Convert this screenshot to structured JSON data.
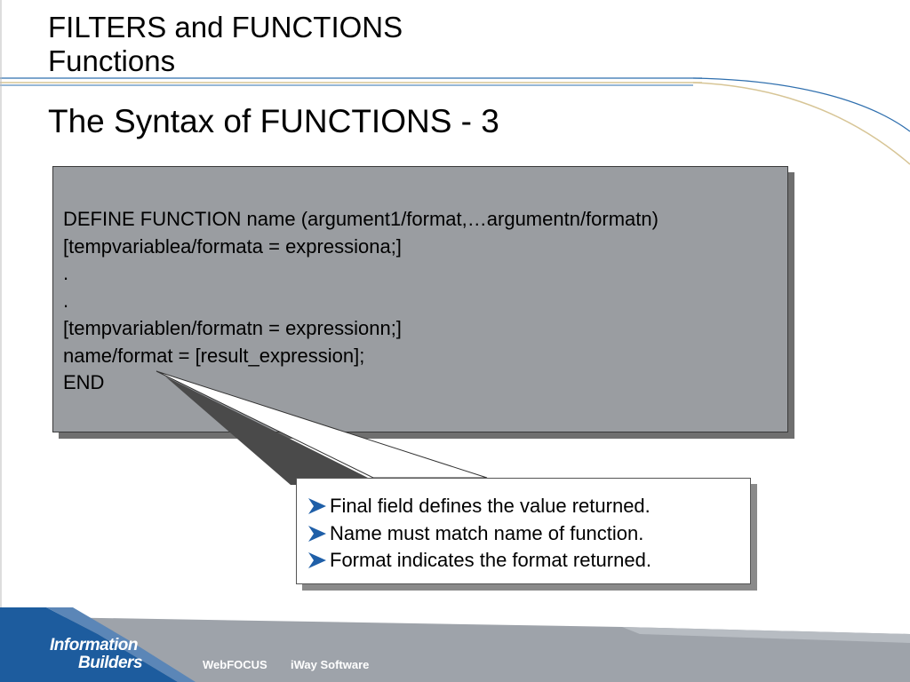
{
  "header": {
    "title": "FILTERS and FUNCTIONS",
    "subtitle": "Functions"
  },
  "slide": {
    "title": "The Syntax of FUNCTIONS - 3"
  },
  "code": {
    "lines": [
      "DEFINE FUNCTION name (argument1/format,…argumentn/formatn)",
      "[tempvariablea/formata = expressiona;]",
      ".",
      ".",
      "[tempvariablen/formatn = expressionn;]",
      "name/format = [result_expression];",
      "END"
    ]
  },
  "callout": {
    "bullets": [
      "Final field defines the value returned.",
      "Name must match name of function.",
      "Format indicates the format returned."
    ],
    "bullet_icon": "arrow-bullet-icon"
  },
  "footer": {
    "logo_line1": "Information",
    "logo_line2": "Builders",
    "brand1": "WebFOCUS",
    "brand2": "iWay Software"
  },
  "colors": {
    "code_box": "#9a9da1",
    "footer_gray": "#9ea3aa",
    "footer_blue": "#1d5c9e",
    "accent_blue": "#1f5fa8"
  }
}
